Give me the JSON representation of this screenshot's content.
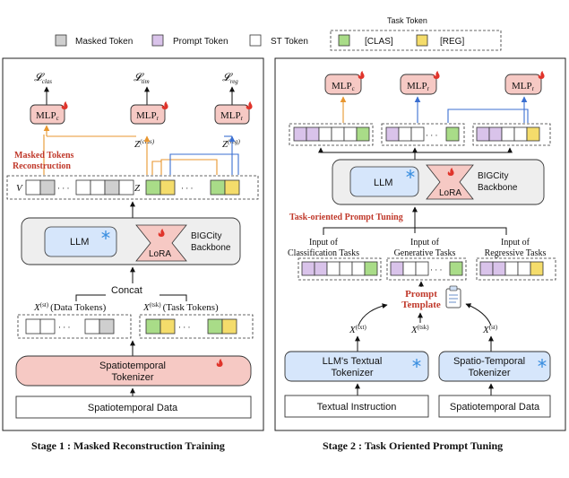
{
  "legend": {
    "masked": "Masked Token",
    "prompt": "Prompt Token",
    "st": "ST Token",
    "task_title": "Task Token",
    "clas": "[CLAS]",
    "reg": "[REG]"
  },
  "colors": {
    "masked": "#cfcfcf",
    "prompt": "#d9c3ea",
    "clas": "#a9dc88",
    "reg": "#f4dc6b",
    "mlp": "#f6c9c4",
    "llm": "#d6e6fb",
    "backbone": "#eeeeee",
    "tokenizer": "#d6e6fb",
    "st_tokenizer_stage1": "#f6c9c4",
    "orange_arrow": "#e8962f",
    "blue_arrow": "#3b6fd1",
    "accent_red": "#c0392b"
  },
  "stage1": {
    "losses": [
      "𝓛",
      "clas",
      "tim",
      "reg"
    ],
    "mlp_c": [
      "MLP",
      "c"
    ],
    "mlp_r": [
      "MLP",
      "r"
    ],
    "z_clas": [
      "Z",
      "(clas)"
    ],
    "z_reg": [
      "Z",
      "(reg)"
    ],
    "masked_tokens": [
      "Masked Tokens",
      "Reconstruction"
    ],
    "v_label": "V",
    "z_label": "Z",
    "dots": "· · ·",
    "llm": "LLM",
    "lora": "LoRA",
    "backbone": [
      "BIGCity",
      "Backbone"
    ],
    "concat": "Concat",
    "x_st": [
      "X",
      "(st)",
      "(Data Tokens)"
    ],
    "x_tsk": [
      "X",
      "(tsk)",
      "(Task Tokens)"
    ],
    "tokenizer": [
      "Spatiotemporal",
      "Tokenizer"
    ],
    "data": "Spatiotemporal Data",
    "caption": "Stage 1 : Masked Reconstruction Training"
  },
  "stage2": {
    "mlp_c": [
      "MLP",
      "c"
    ],
    "mlp_r": [
      "MLP",
      "r"
    ],
    "llm": "LLM",
    "lora": "LoRA",
    "backbone": [
      "BIGCity",
      "Backbone"
    ],
    "task_prompt": "Task-oriented Prompt Tuning",
    "inputs": [
      [
        "Input of",
        "Classification Tasks"
      ],
      [
        "Input of",
        "Generative Tasks"
      ],
      [
        "Input of",
        "Regressive Tasks"
      ]
    ],
    "prompt_template": [
      "Prompt",
      "Template"
    ],
    "x_txt": [
      "X",
      "(txt)"
    ],
    "x_tsk": [
      "X",
      "(tsk)"
    ],
    "x_st": [
      "X",
      "(st)"
    ],
    "text_tokenizer": [
      "LLM's Textual",
      "Tokenizer"
    ],
    "st_tokenizer": [
      "Spatio-Temporal",
      "Tokenizer"
    ],
    "text_instruction": "Textual Instruction",
    "st_data": "Spatiotemporal Data",
    "dots": "· · ·",
    "caption": "Stage 2 : Task Oriented Prompt Tuning"
  }
}
